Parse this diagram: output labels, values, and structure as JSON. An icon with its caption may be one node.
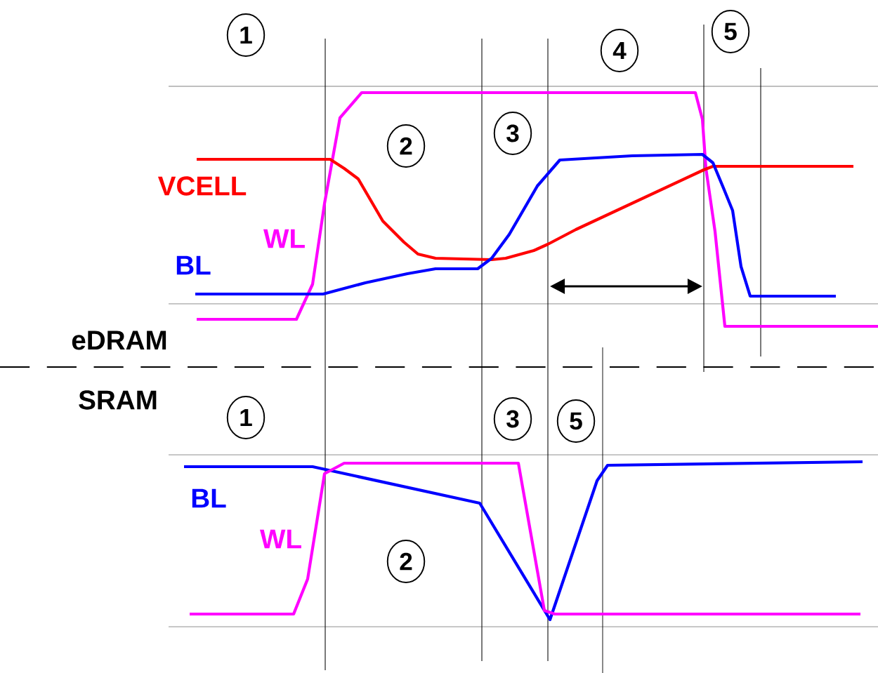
{
  "diagram": {
    "labels": [
      "1",
      "5",
      "4",
      "3",
      "2",
      "VCELL",
      "WL",
      "BL",
      "eDRAM",
      "SRAM",
      "1",
      "3",
      "5",
      "BL",
      "WL",
      "2"
    ]
  }
}
